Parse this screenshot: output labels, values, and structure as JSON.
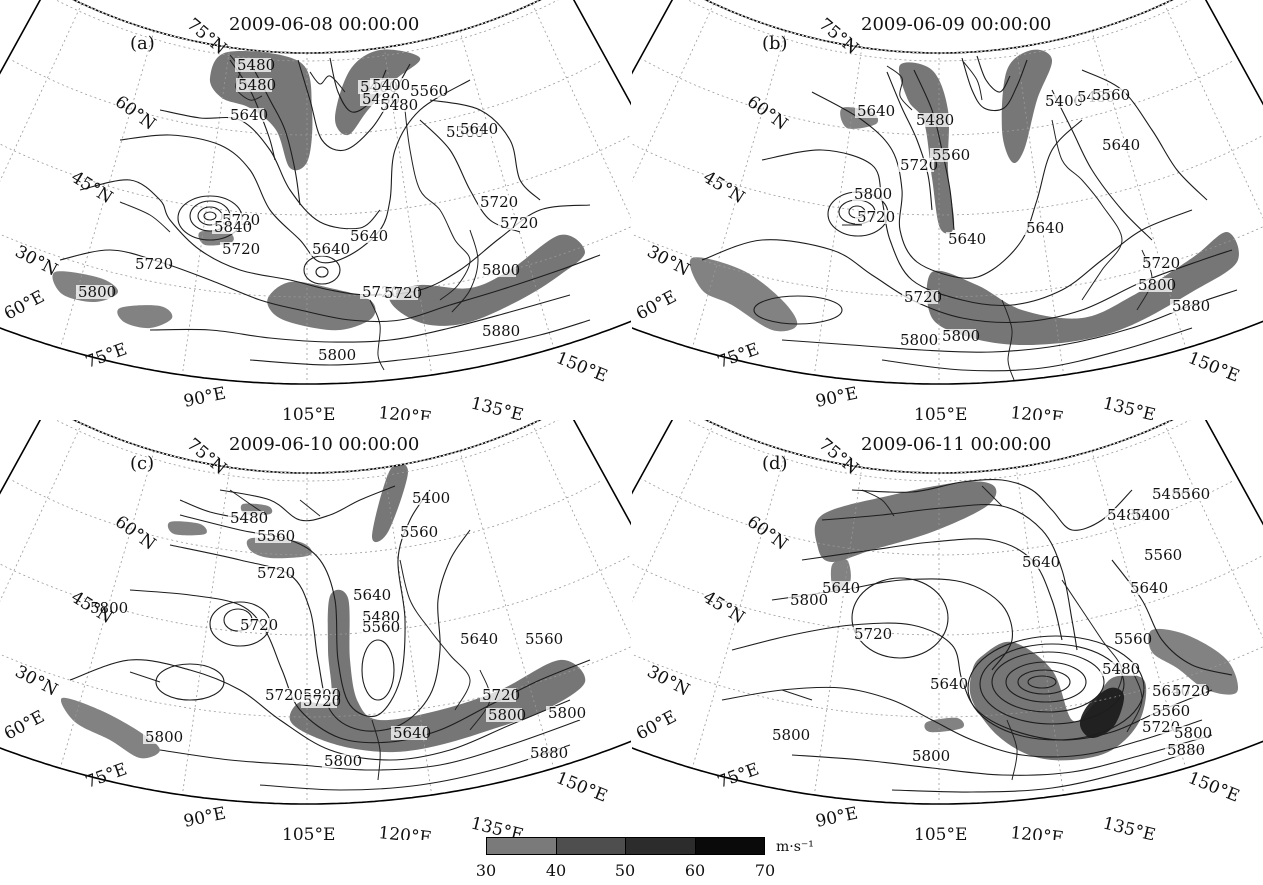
{
  "panels": [
    {
      "label": "(a)",
      "datetime": "2009-06-08 00:00:00",
      "contour_labels": [
        "5480",
        "5480",
        "5400",
        "5480",
        "5560",
        "5400",
        "5480",
        "5560",
        "5640",
        "5640",
        "5720",
        "5720",
        "5720",
        "5840",
        "5720",
        "5640",
        "5640",
        "5720",
        "5720",
        "5720",
        "5800",
        "5800",
        "5800",
        "5880"
      ]
    },
    {
      "label": "(b)",
      "datetime": "2009-06-09 00:00:00",
      "contour_labels": [
        "5640",
        "5480",
        "5400",
        "5480",
        "5560",
        "5720",
        "5560",
        "5640",
        "5800",
        "5720",
        "5640",
        "5640",
        "5720",
        "5720",
        "5800",
        "5800",
        "5880",
        "5800"
      ]
    },
    {
      "label": "(c)",
      "datetime": "2009-06-10 00:00:00",
      "contour_labels": [
        "5400",
        "5480",
        "5560",
        "5560",
        "5720",
        "5800",
        "5720",
        "5640",
        "5480",
        "5560",
        "5640",
        "5560",
        "5800",
        "5720",
        "5720",
        "5640",
        "5720",
        "5800",
        "5800",
        "5800",
        "5880",
        "5800"
      ]
    },
    {
      "label": "(d)",
      "datetime": "2009-06-11 00:00:00",
      "contour_labels": [
        "5480",
        "5560",
        "5480",
        "5400",
        "5560",
        "5640",
        "5640",
        "5640",
        "5800",
        "5720",
        "5560",
        "5480",
        "5640",
        "5640",
        "5720",
        "5560",
        "5720",
        "5800",
        "5800",
        "5800",
        "5880"
      ]
    }
  ],
  "lat_labels": [
    "75°N",
    "60°N",
    "45°N",
    "30°N"
  ],
  "lon_labels": [
    "60°E",
    "75°E",
    "90°E",
    "105°E",
    "120°E",
    "135°E",
    "150°E"
  ],
  "colorbar": {
    "ticks": [
      "30",
      "40",
      "50",
      "60",
      "70"
    ],
    "unit": "m·s⁻¹",
    "colors": [
      "#7a7a7a",
      "#4e4e4e",
      "#2c2c2c",
      "#0a0a0a"
    ]
  }
}
